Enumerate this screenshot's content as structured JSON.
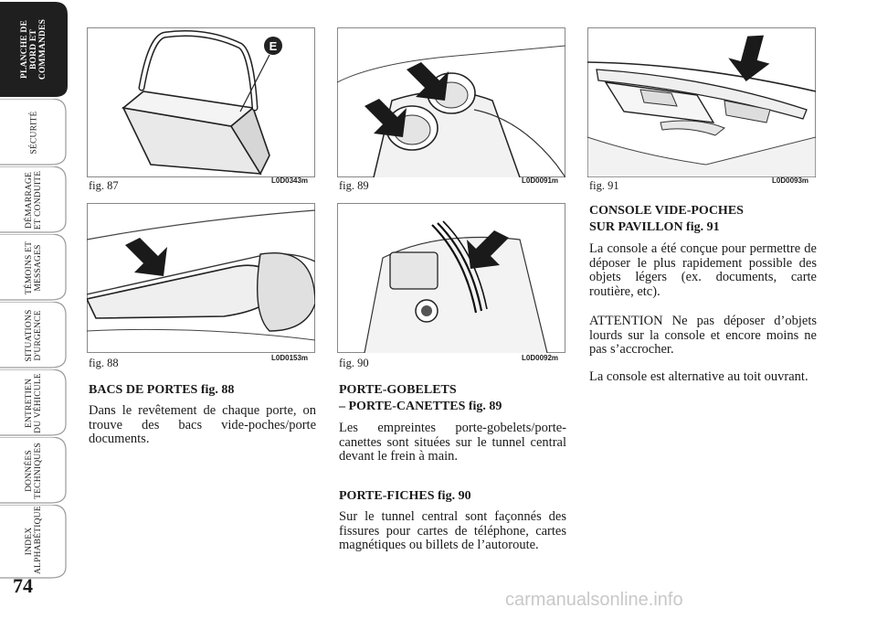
{
  "sidebar": {
    "tabs": [
      {
        "label": "PLANCHE DE BORD ET COMMANDES",
        "active": true
      },
      {
        "label": "SÉCURITÉ",
        "active": false
      },
      {
        "label": "DÉMARRAGE ET CONDUITE",
        "active": false
      },
      {
        "label": "TÉMOINS ET MESSAGES",
        "active": false
      },
      {
        "label": "SITUATIONS D'URGENCE",
        "active": false
      },
      {
        "label": "ENTRETIEN DU VÉHICULE",
        "active": false
      },
      {
        "label": "DONNÉES TECHNIQUES",
        "active": false
      },
      {
        "label": "INDEX ALPHABÉTIQUE",
        "active": false
      }
    ]
  },
  "page_number": "74",
  "figures": [
    {
      "caption": "fig. 87",
      "code": "L0D0343m",
      "callout": "E"
    },
    {
      "caption": "fig. 88",
      "code": "L0D0153m"
    },
    {
      "caption": "fig. 89",
      "code": "L0D0091m"
    },
    {
      "caption": "fig. 90",
      "code": "L0D0092m"
    },
    {
      "caption": "fig. 91",
      "code": "L0D0093m"
    }
  ],
  "sections": {
    "bacs": {
      "heading": "BACS DE PORTES fig. 88",
      "text": "Dans le revêtement de chaque porte, on trouve des bacs vide-poches/porte documents."
    },
    "gobelets": {
      "heading1": "PORTE-GOBELETS",
      "heading2": "– PORTE-CANETTES fig. 89",
      "text": "Les empreintes porte-gobelets/porte-canettes sont situées sur le tunnel central devant le frein à main."
    },
    "fiches": {
      "heading": "PORTE-FICHES fig. 90",
      "text": "Sur le tunnel central sont façonnés des fissures pour cartes de téléphone, cartes magnétiques ou billets de l’autoroute."
    },
    "console": {
      "heading1": "CONSOLE VIDE-POCHES",
      "heading2": "SUR PAVILLON fig. 91",
      "text1": "La console a été conçue pour permettre de déposer le plus rapidement possible des objets légers (ex. documents, carte routière, etc).",
      "text2": "ATTENTION Ne pas déposer d’objets lourds sur la console et encore moins ne pas s’accrocher.",
      "text3": "La console est alternative au toit ouvrant."
    }
  },
  "watermark": "carmanualsonline.info",
  "colors": {
    "active_tab": "#1f1f1f",
    "inactive_tab": "#ffffff",
    "tab_border": "#9a9a9a",
    "watermark": "#c8c8c8"
  }
}
